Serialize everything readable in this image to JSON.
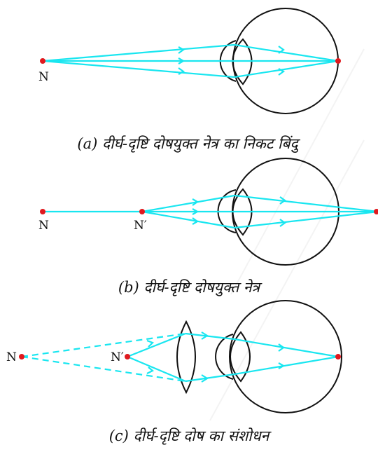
{
  "colors": {
    "ray": "#19e6f0",
    "point": "#e0191e",
    "outline": "#111111"
  },
  "panel_a": {
    "point_label": "N",
    "caption": "(a) दीर्घ-दृष्टि दोषयुक्त नेत्र का निकट बिंदु"
  },
  "panel_b": {
    "point_n": "N",
    "point_n_prime": "N′",
    "caption": "(b) दीर्घ-दृष्टि दोषयुक्त नेत्र"
  },
  "panel_c": {
    "point_n": "N",
    "point_n_prime": "N′",
    "caption": "(c) दीर्घ-दृष्टि दोष का संशोधन"
  }
}
